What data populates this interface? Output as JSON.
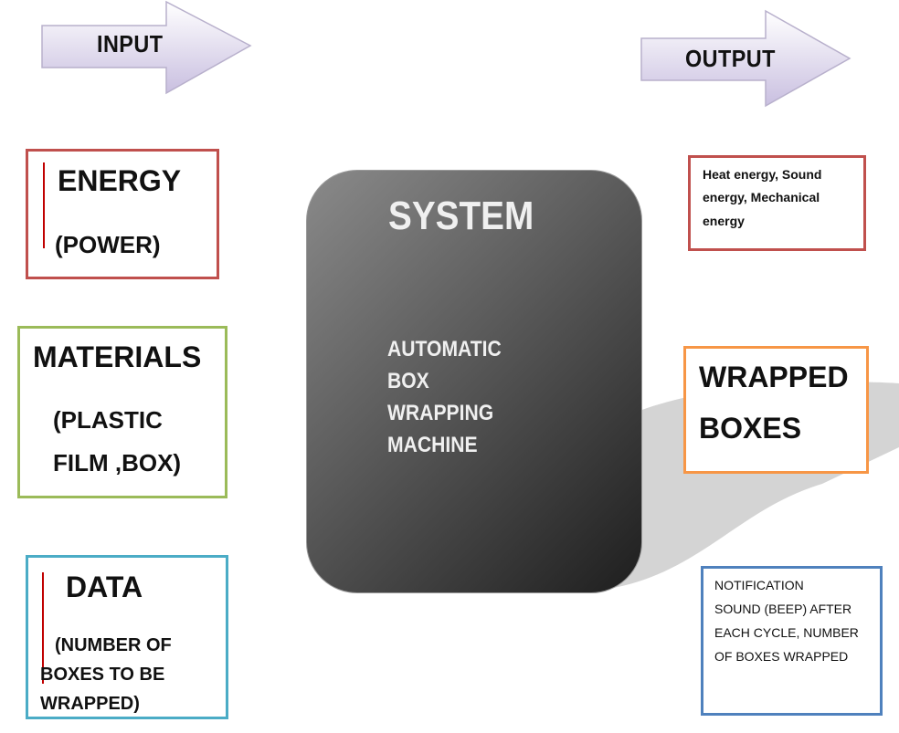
{
  "input_label": "INPUT",
  "output_label": "OUTPUT",
  "system": {
    "title": "SYSTEM",
    "lines": [
      "AUTOMATIC",
      "BOX",
      "WRAPPING",
      "MACHINE"
    ]
  },
  "inputs": {
    "energy": {
      "title": "ENERGY",
      "sub": "(POWER)",
      "color": "#c0504d"
    },
    "materials": {
      "title": "MATERIALS",
      "sub1": "(PLASTIC",
      "sub2": "FILM ,BOX)",
      "color": "#9bbb59"
    },
    "data": {
      "title": "DATA",
      "sub1": "(NUMBER  OF",
      "sub2": "BOXES TO BE",
      "sub3": "WRAPPED)",
      "color": "#4bacc6"
    }
  },
  "outputs": {
    "heat": {
      "lines": [
        "Heat energy, Sound",
        "energy, Mechanical",
        "energy"
      ],
      "color": "#c0504d"
    },
    "wrapped": {
      "line1": "WRAPPED",
      "line2": "BOXES",
      "color": "#f79646"
    },
    "notification": {
      "lines": [
        "NOTIFICATION",
        "SOUND (BEEP)  AFTER",
        "EACH CYCLE, NUMBER",
        "OF BOXES WRAPPED"
      ],
      "color": "#4f81bd"
    }
  },
  "colors": {
    "arrow_fill_light": "#ffffff",
    "arrow_fill_dark": "#c9bfe0",
    "shadow": "#d4d4d4"
  }
}
